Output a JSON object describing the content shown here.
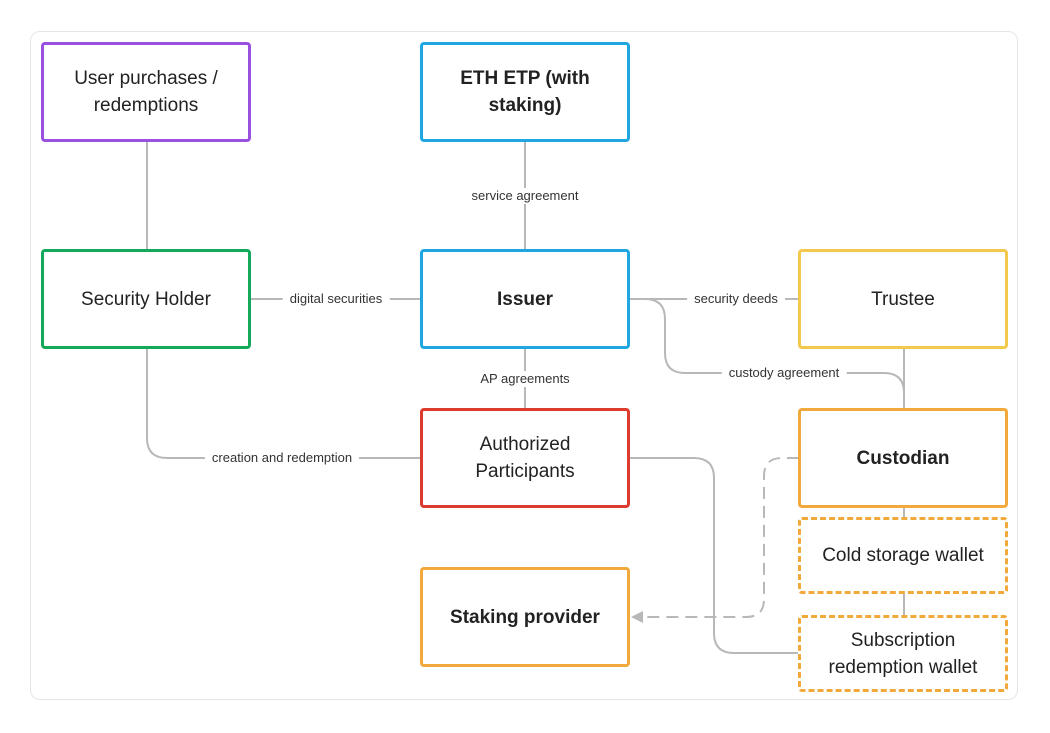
{
  "colors": {
    "purple": "#9b51e0",
    "blue": "#1ea7e1",
    "green": "#14a85a",
    "yellow": "#f2c94c",
    "red": "#dd3b2e",
    "orange": "#f2a93b",
    "connector": "#b8b8b8"
  },
  "nodes": {
    "user_purchases": "User purchases / redemptions",
    "eth_etp": "ETH ETP (with staking)",
    "security_holder": "Security Holder",
    "issuer": "Issuer",
    "trustee": "Trustee",
    "authorized_participants": "Authorized Participants",
    "custodian": "Custodian",
    "cold_storage": "Cold storage wallet",
    "staking_provider": "Staking provider",
    "subscription_wallet": "Subscription redemption wallet"
  },
  "edges": {
    "service_agreement": "service agreement",
    "digital_securities": "digital securities",
    "security_deeds": "security deeds",
    "custody_agreement": "custody agreement",
    "ap_agreements": "AP agreements",
    "creation_redemption": "creation and redemption"
  }
}
